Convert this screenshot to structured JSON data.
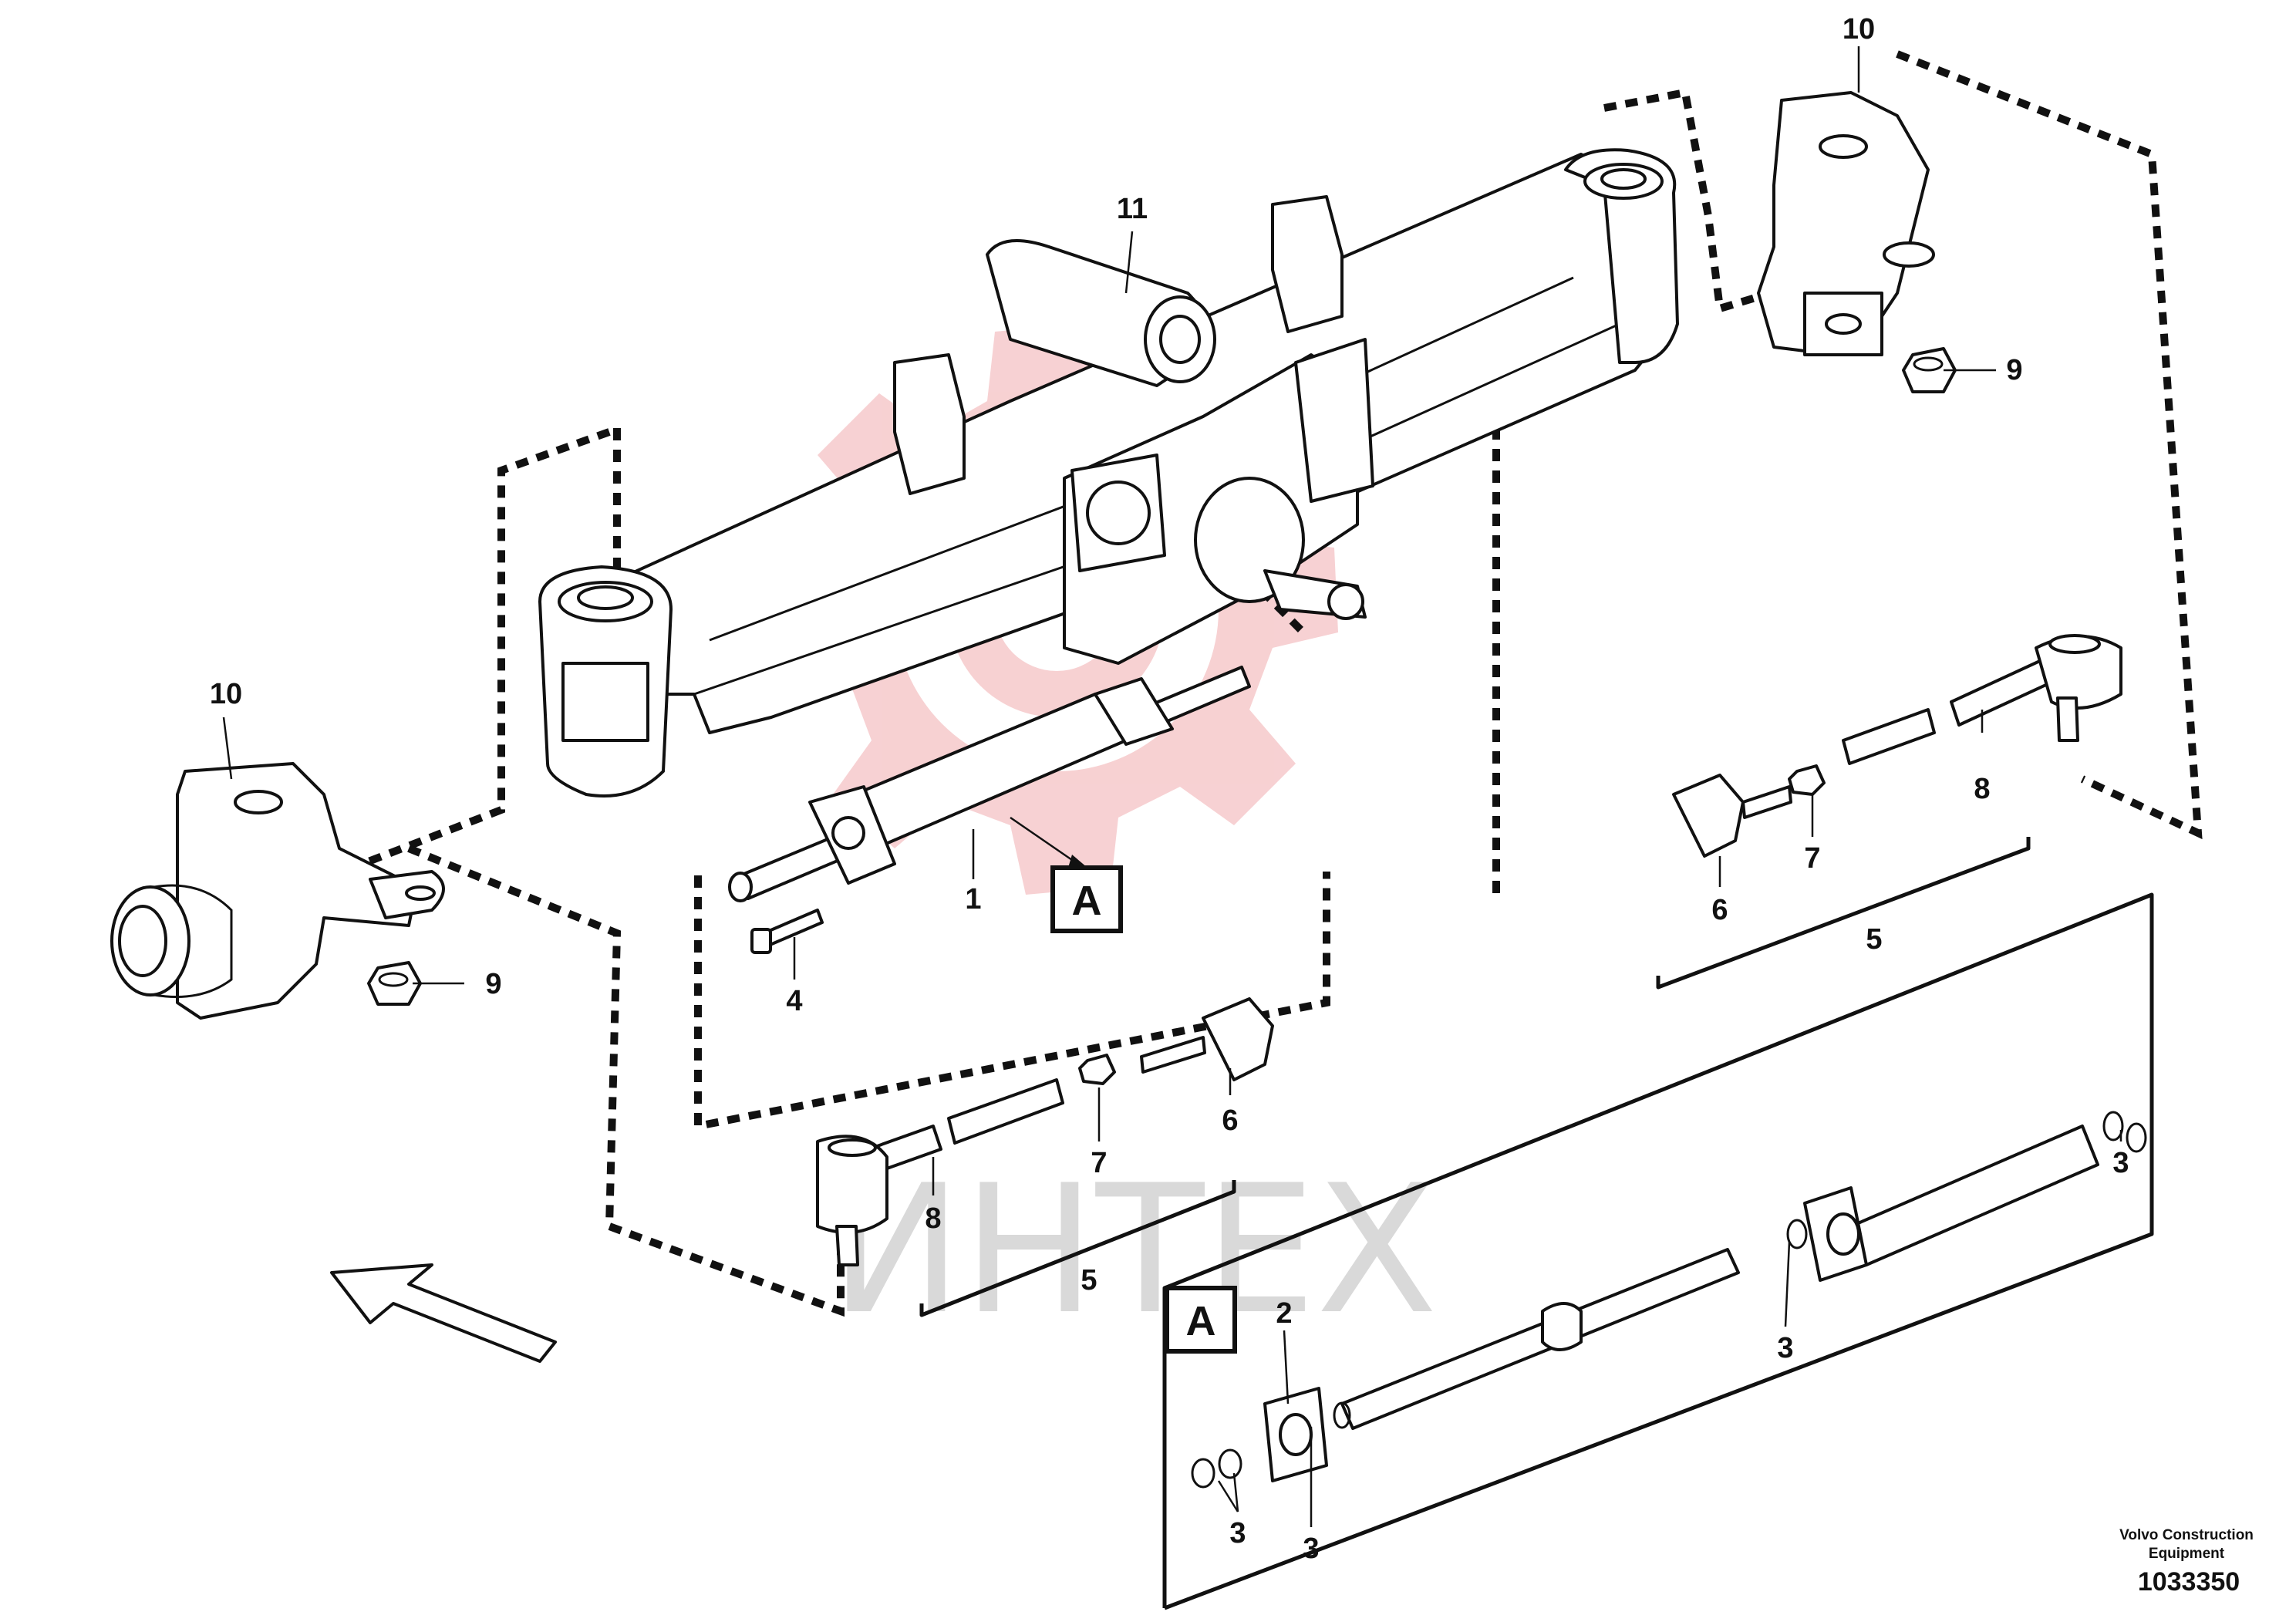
{
  "watermark": {
    "text": "ИНТЕХ",
    "gear_color": "#f6c9cb"
  },
  "callouts": {
    "c1": "1",
    "c2": "2",
    "c3": "3",
    "c4": "4",
    "c5": "5",
    "c6": "6",
    "c7": "7",
    "c8": "8",
    "c9": "9",
    "c10": "10",
    "c11": "11"
  },
  "detail_label": "A",
  "footer": {
    "company_line1": "Volvo Construction",
    "company_line2": "Equipment",
    "drawing_number": "1033350"
  }
}
